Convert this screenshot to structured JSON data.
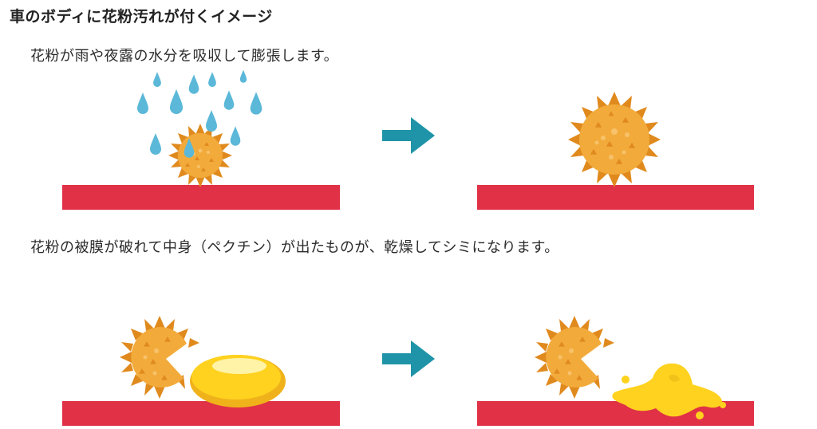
{
  "title": "車のボディに花粉汚れが付くイメージ",
  "captions": [
    "花粉が雨や夜露の水分を吸収して膨張します。",
    "花粉の被膜が破れて中身（ペクチン）が出たものが、乾燥してシミになります。"
  ],
  "colors": {
    "car_body": "#e03146",
    "arrow": "#1f94a8",
    "raindrop": "#5bb8d8",
    "pollen_fill": "#f2ab3b",
    "pollen_dark": "#e08a1e",
    "pollen_light": "#f7c26a",
    "pectin": "#ffd21f",
    "pectin_dark": "#f0b21a"
  },
  "icons": [
    "raindrop-icon",
    "pollen-icon",
    "arrow-right-icon",
    "pectin-drop-icon",
    "stain-splat-icon"
  ]
}
